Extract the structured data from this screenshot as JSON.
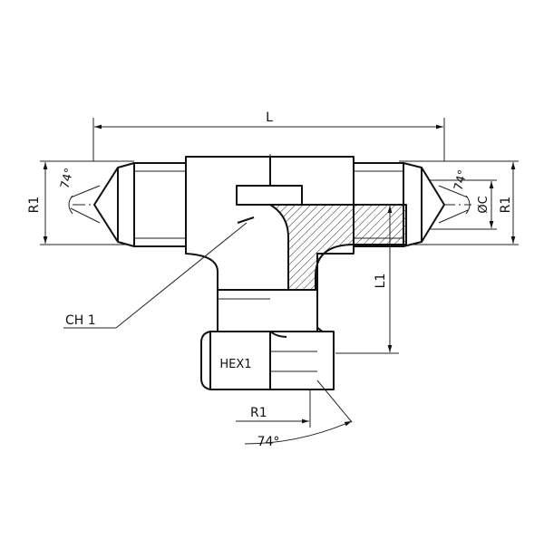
{
  "labels": {
    "length": "L",
    "radius_left": "R1",
    "radius_right": "R1",
    "radius_bottom": "R1",
    "angle_left": "74°",
    "angle_right": "74°",
    "angle_bottom": "74°",
    "diameter": "ØC",
    "height": "L1",
    "wrench_flat": "CH 1",
    "hex": "HEX1"
  }
}
